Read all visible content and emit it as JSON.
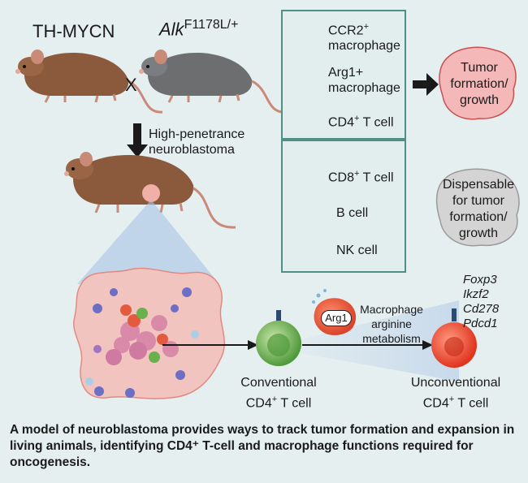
{
  "mouse_labels": {
    "left": "TH-MYCN",
    "right_prefix": "Alk",
    "right_sup": "F1178L/+",
    "cross": "X"
  },
  "arrow_label": [
    "High-penetrance",
    "neuroblastoma"
  ],
  "required_cells": {
    "ccr2_line1": "CCR2",
    "ccr2_sup": "+",
    "ccr2_line2": "macrophage",
    "arg1_line1": "Arg1+",
    "arg1_line2": "macrophage",
    "cd4_label": "CD4",
    "cd4_sup": "+",
    "cd4_suffix": " T cell"
  },
  "dispensable_cells": {
    "cd8_label": "CD8",
    "cd8_sup": "+",
    "cd8_suffix": " T cell",
    "bcell_label": "B cell",
    "nk_label": "NK cell"
  },
  "outcomes": {
    "required": [
      "Tumor",
      "formation/",
      "growth"
    ],
    "dispensable": [
      "Dispensable",
      "for tumor",
      "formation/",
      "growth"
    ]
  },
  "bottom": {
    "conventional": [
      "Conventional",
      "CD4",
      "+",
      " T cell"
    ],
    "unconventional": [
      "Unconventional",
      "CD4",
      "+",
      " T cell"
    ],
    "arg1_tag": "Arg1",
    "mechanism": [
      "Macrophage",
      "arginine",
      "metabolism"
    ],
    "genes": [
      "Foxp3",
      "Ikzf2",
      "Cd278",
      "Pdcd1"
    ]
  },
  "caption": "A model of neuroblastoma provides ways to track tumor formation and expansion in living animals, identifying CD4⁺ T-cell and macrophage functions required for oncogenesis.",
  "colors": {
    "box_border": "#4e8f86",
    "background": "#e6eff0",
    "macrophage": "#e8573a",
    "cd4": "#6ab04c",
    "cd8": "#6c6fc4",
    "bcell": "#a9cfe6",
    "nk": "#a274c4",
    "tumor_pink": "#f2c4c0"
  }
}
